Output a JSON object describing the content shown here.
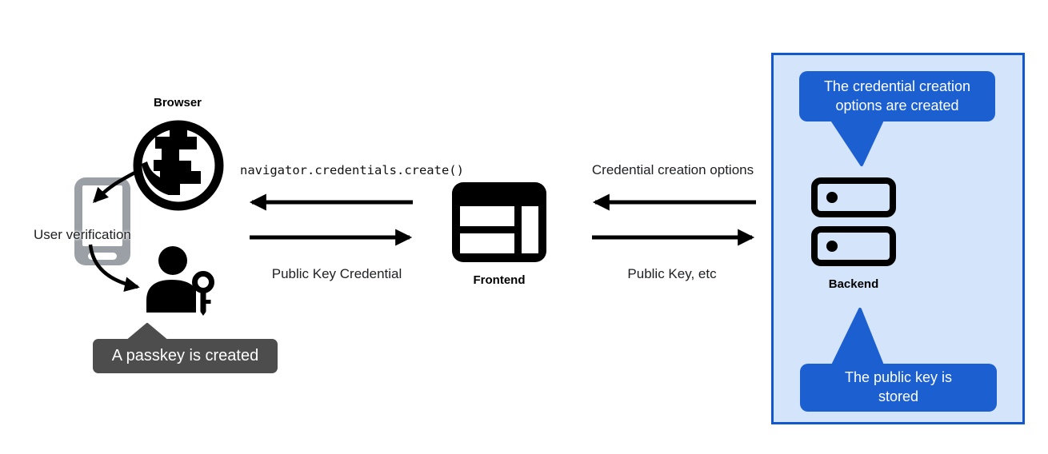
{
  "left": {
    "browser_label": "Browser",
    "user_verification_label": "User verification",
    "passkey_tooltip": "A passkey is created"
  },
  "frontend": {
    "label": "Frontend",
    "to_browser_arrow_label": "navigator.credentials.create()",
    "from_browser_arrow_label": "Public Key Credential"
  },
  "backend": {
    "label": "Backend",
    "to_frontend_arrow_label": "Credential creation options",
    "from_frontend_arrow_label": "Public Key, etc",
    "tooltip_top": "The credential creation\noptions are created",
    "tooltip_bottom": "The public key is\nstored"
  },
  "icons": {
    "browser": "globe-icon",
    "user_verification": "smartphone-icon",
    "passkey_user": "user-with-key-icon",
    "frontend": "browser-window-icon",
    "backend": "server-stack-icon"
  },
  "colors": {
    "accent_blue": "#1b5fd0",
    "panel_border_blue": "#1158cf",
    "panel_bg_blue": "#d4e4fb",
    "tooltip_dark_gray": "#4d4d4d",
    "phone_gray": "#9aa0a6",
    "diagram_black": "#000000",
    "text_dark": "#202124"
  }
}
